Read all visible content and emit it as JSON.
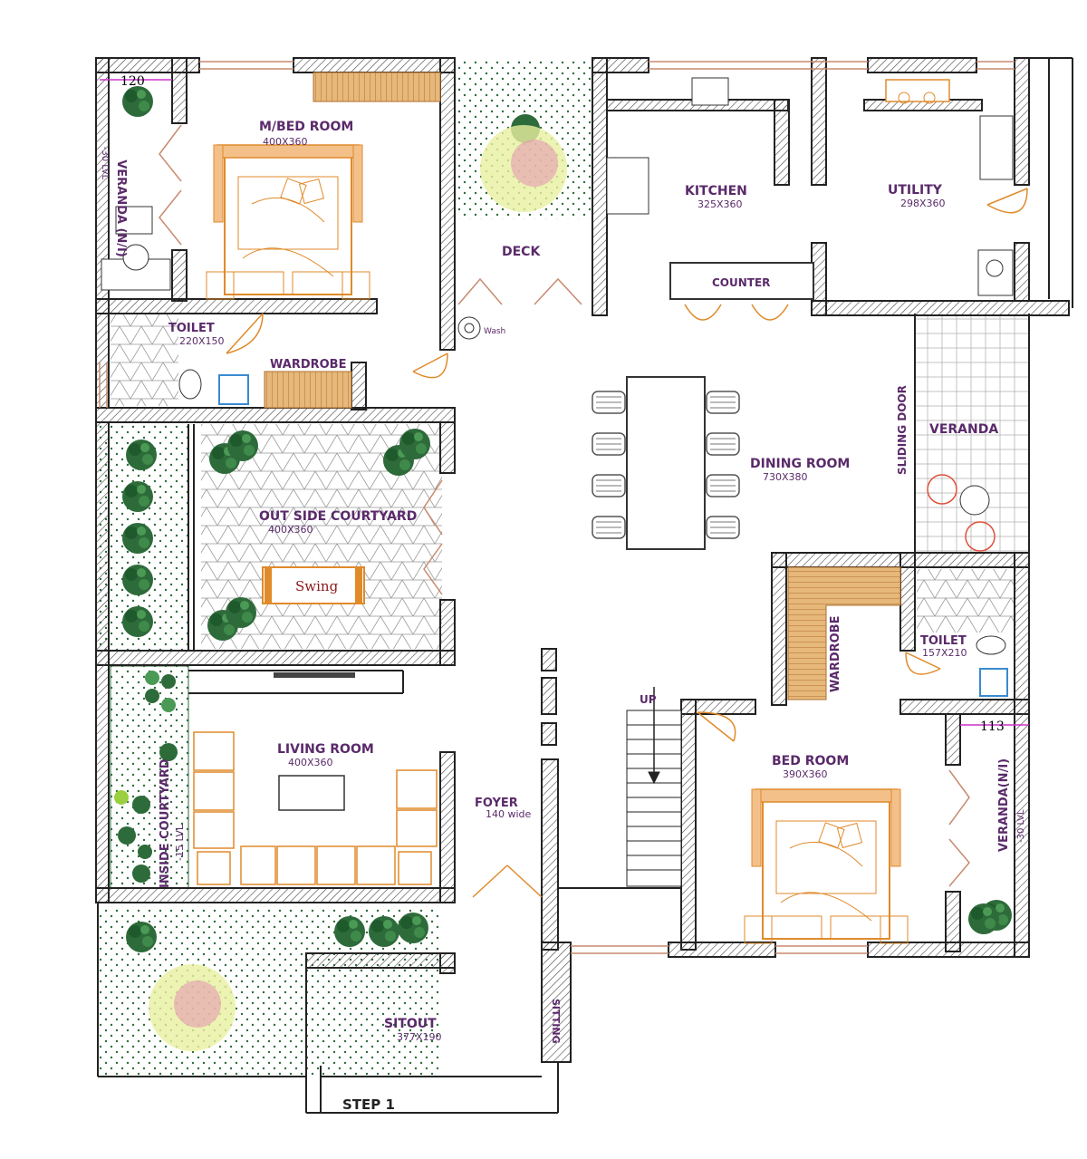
{
  "rooms": {
    "master_bed": {
      "label": "M/BED ROOM",
      "dim": "400X360"
    },
    "kitchen": {
      "label": "KITCHEN",
      "dim": "325X360"
    },
    "utility": {
      "label": "UTILITY",
      "dim": "298X360"
    },
    "deck": {
      "label": "DECK"
    },
    "counter": {
      "label": "COUNTER"
    },
    "toilet1": {
      "label": "TOILET",
      "dim": "220X150"
    },
    "wardrobe1": {
      "label": "WARDROBE"
    },
    "wash": {
      "label": "Wash"
    },
    "dining": {
      "label": "DINING ROOM",
      "dim": "730X380"
    },
    "sliding_door": {
      "label": "SLIDING DOOR"
    },
    "veranda_east": {
      "label": "VERANDA"
    },
    "outside_courtyard": {
      "label": "OUT SIDE COURTYARD",
      "dim": "400X360"
    },
    "swing": {
      "label": "Swing"
    },
    "wardrobe2": {
      "label": "WARDROBE"
    },
    "toilet2": {
      "label": "TOILET",
      "dim": "157X210"
    },
    "living": {
      "label": "LIVING ROOM",
      "dim": "400X360"
    },
    "inside_courtyard": {
      "label": "INSIDE COURTYARD",
      "level": "-15 LVL"
    },
    "foyer": {
      "label": "FOYER",
      "dim": "140 wide"
    },
    "up": {
      "label": "UP"
    },
    "bed": {
      "label": "BED ROOM",
      "dim": "390X360"
    },
    "veranda_ni_left": {
      "label": "VERANDA (N/I)",
      "level": "-30 LVL",
      "width": "120"
    },
    "veranda_ni_right": {
      "label": "VERANDA(N/I)",
      "level": "-30 LVL",
      "width": "113"
    },
    "sitout": {
      "label": "SITOUT",
      "dim": "377X190"
    },
    "sitting": {
      "label": "SITTING"
    },
    "step": {
      "label": "STEP 1"
    }
  },
  "colors": {
    "wall_outline": "#222222",
    "label": "#5a2a6a",
    "furniture": "#e08a2a",
    "wardrobe_fill": "#e6b87a",
    "plant": "#2e6b3a",
    "dimension_line": "#cc33cc",
    "tile": "#8a8a8a"
  }
}
